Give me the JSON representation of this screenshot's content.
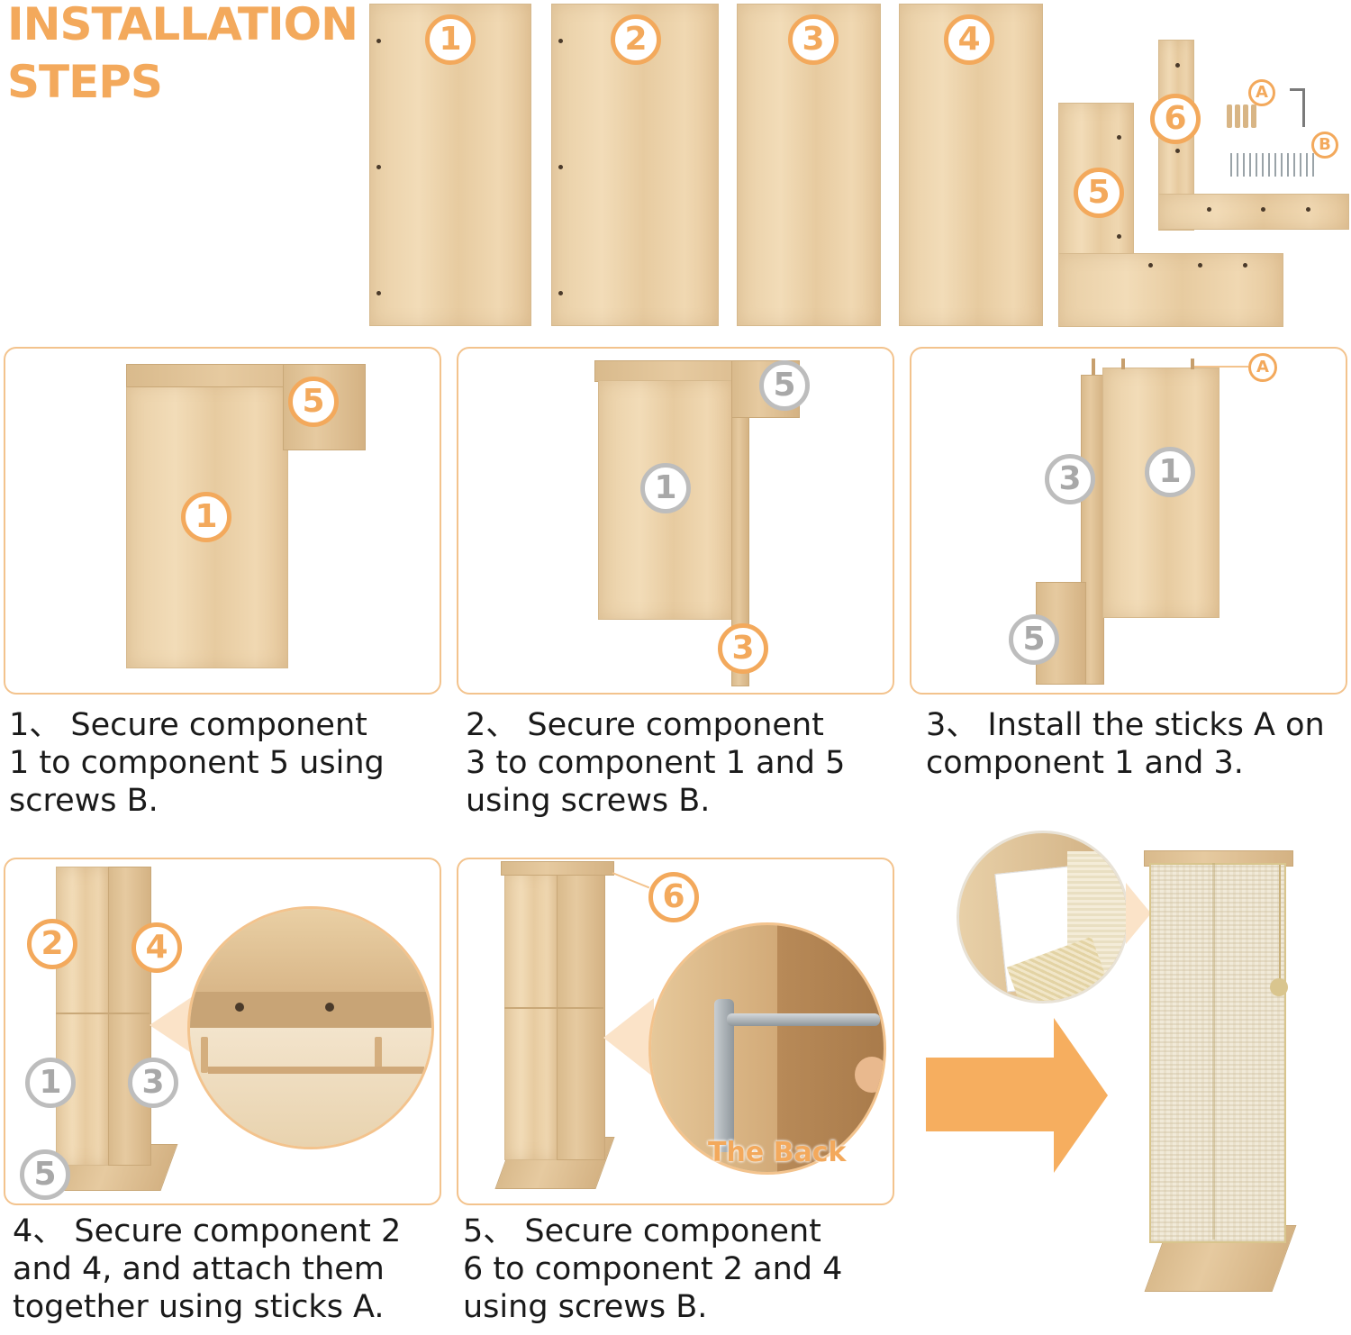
{
  "header": {
    "title_line1": "INSTALLATION",
    "title_line2": "STEPS"
  },
  "components": [
    "1",
    "2",
    "3",
    "4",
    "5",
    "6"
  ],
  "hardware": {
    "sticks_label": "A",
    "screws_label": "B"
  },
  "steps": [
    {
      "number": "1、",
      "text_lines": [
        "1、 Secure component",
        "1 to component 5 using",
        "screws B."
      ]
    },
    {
      "number": "2、",
      "text_lines": [
        "2、 Secure component",
        "3 to component 1 and 5",
        "using screws B."
      ]
    },
    {
      "number": "3、",
      "text_lines": [
        "3、 Install the sticks A on",
        "component 1 and 3."
      ]
    },
    {
      "number": "4、",
      "text_lines": [
        "4、 Secure component 2",
        "and 4, and attach them",
        "together using sticks A."
      ]
    },
    {
      "number": "5、",
      "text_lines": [
        "5、 Secure component",
        "6 to component 2 and 4",
        "using screws B."
      ]
    }
  ],
  "back_label": "The Back",
  "colors": {
    "accent": "#f3a95c",
    "panel_border": "#f3c38d",
    "gray_badge": "#bdbdbd",
    "wood": "#ecd3ab"
  }
}
